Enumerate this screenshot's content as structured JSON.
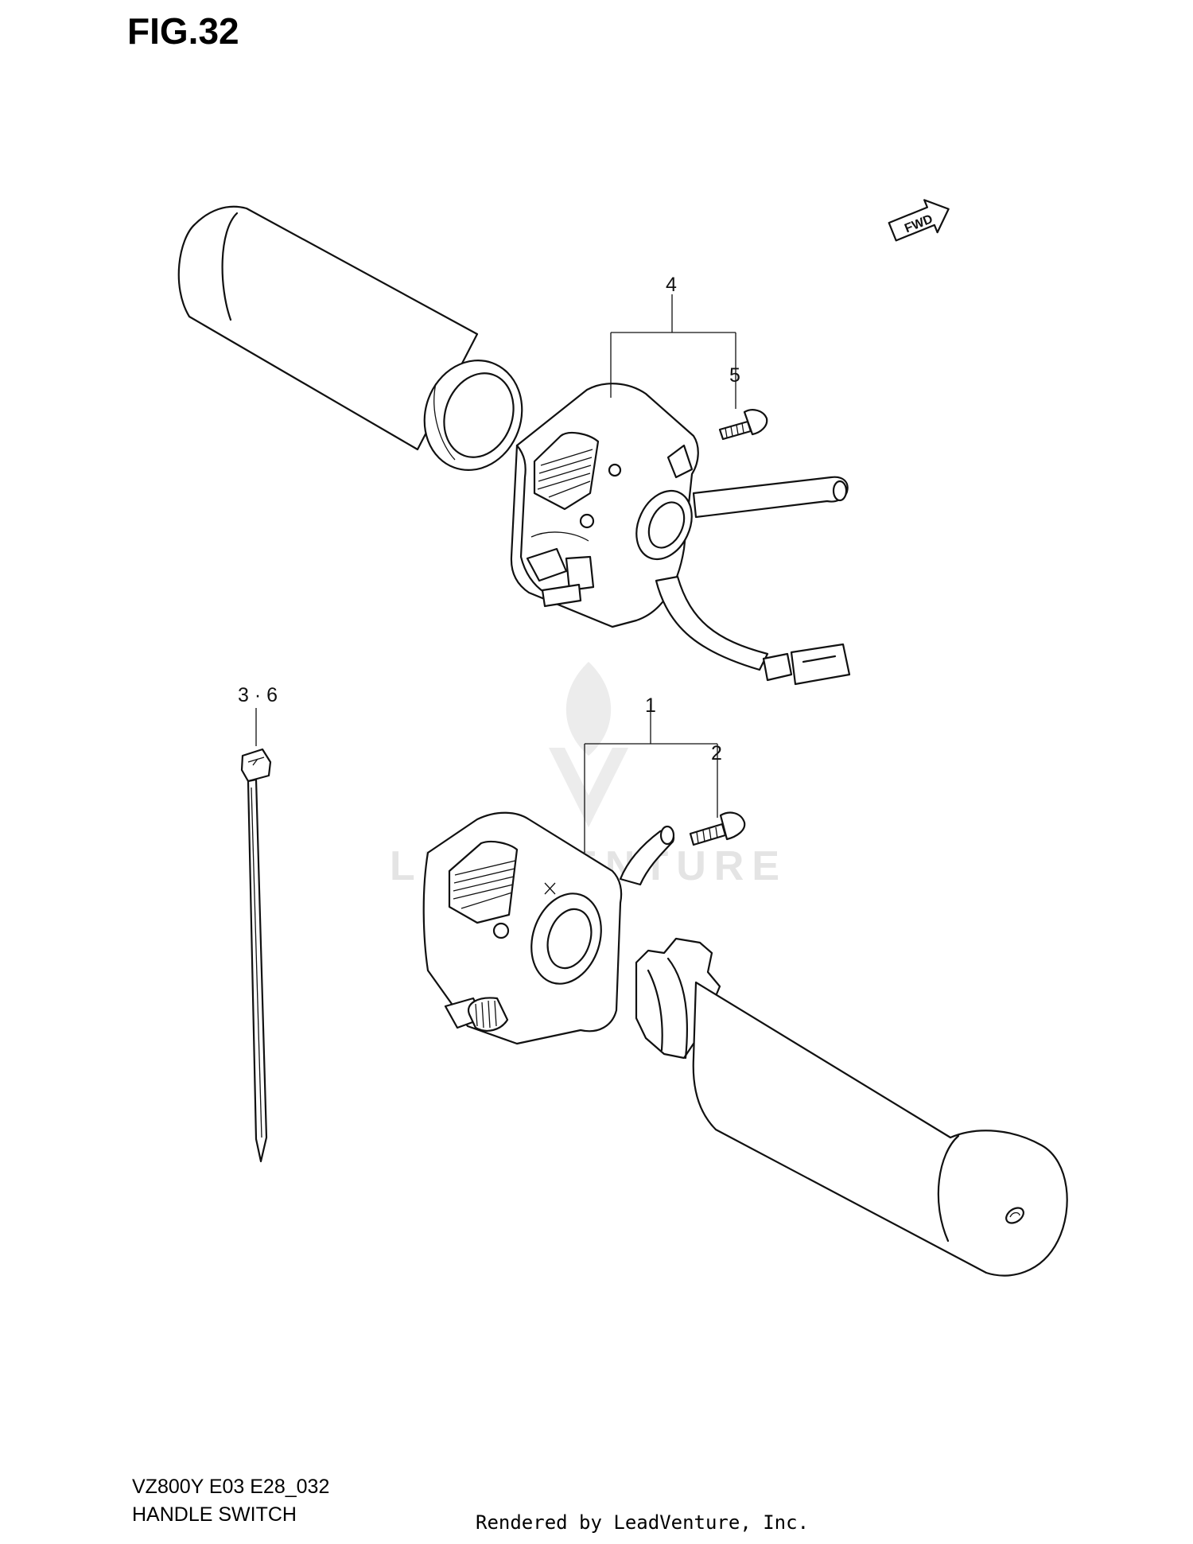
{
  "figure": {
    "title": "FIG.32",
    "model_code": "VZ800Y E03 E28_032",
    "subtitle": "HANDLE SWITCH",
    "credit": "Rendered by LeadVenture, Inc.",
    "watermark": "LEADVENTURE",
    "direction_label": "FWD"
  },
  "callouts": [
    {
      "id": "4",
      "label": "4",
      "part": "left handlebar switch assembly"
    },
    {
      "id": "5",
      "label": "5",
      "part": "screw"
    },
    {
      "id": "1",
      "label": "1",
      "part": "right handlebar switch assembly"
    },
    {
      "id": "2",
      "label": "2",
      "part": "screw"
    },
    {
      "id": "3-6",
      "label": "3 · 6",
      "part": "cable tie"
    }
  ],
  "colors": {
    "line": "#111111",
    "background": "#ffffff",
    "watermark": "#e4e4e4"
  }
}
